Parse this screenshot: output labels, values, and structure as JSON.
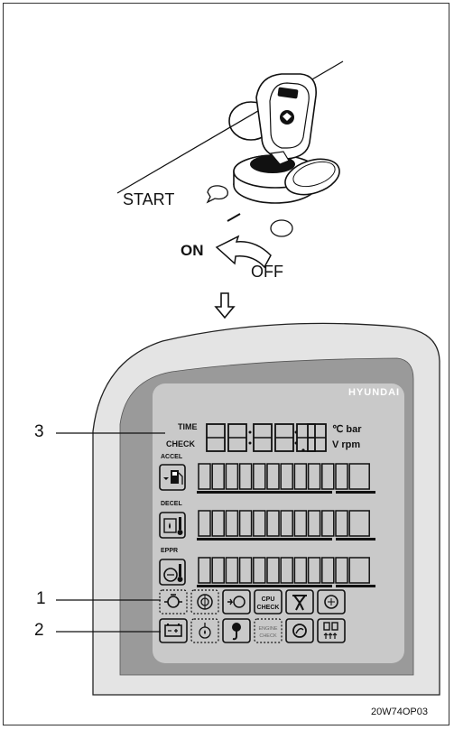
{
  "ignition": {
    "start_label": "START",
    "on_label": "ON",
    "off_label": "OFF"
  },
  "panel": {
    "brand": "HYUNDAI",
    "time_label": "TIME",
    "check_label": "CHECK",
    "digits": "88:88.8",
    "unit_top": "℃ bar",
    "unit_bottom": "V rpm",
    "accel_label": "ACCEL",
    "decel_label": "DECEL",
    "eppr_label": "EPPR",
    "cpu_check_line1": "CPU",
    "cpu_check_line2": "CHECK",
    "engine_check_line1": "ENGINE",
    "engine_check_line2": "CHECK"
  },
  "callouts": {
    "one": "1",
    "two": "2",
    "three": "3"
  },
  "figure_code": "20W74OP03",
  "colors": {
    "panel_outer": "#e4e4e4",
    "panel_inner": "#9a9a9a",
    "lcd": "#c9c9c9",
    "ink": "#111111"
  }
}
